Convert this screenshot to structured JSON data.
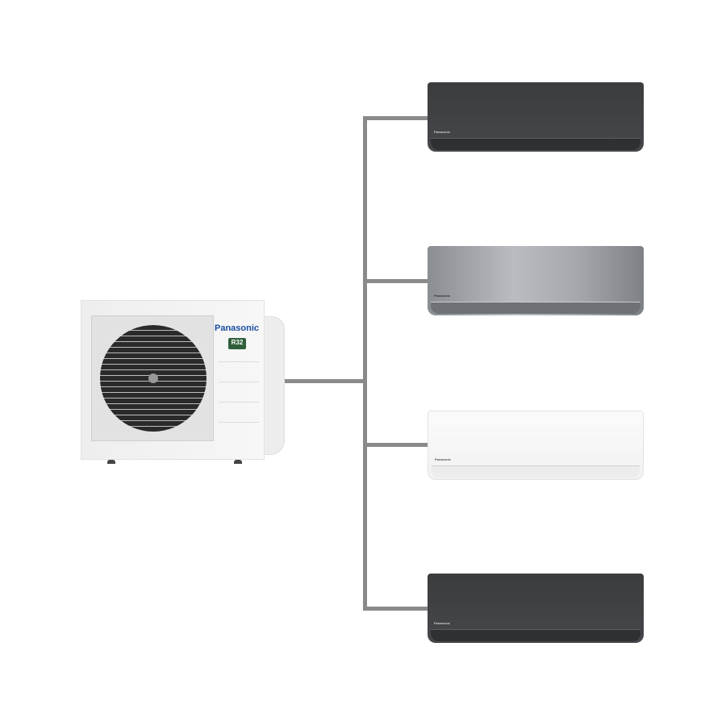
{
  "outdoor_unit": {
    "brand": "Panasonic",
    "refrigerant_badge": "R32"
  },
  "indoor_units": [
    {
      "finish": "graphite",
      "brand": "Panasonic"
    },
    {
      "finish": "silver",
      "brand": "Panasonic"
    },
    {
      "finish": "white",
      "brand": "Panasonic"
    },
    {
      "finish": "graphite",
      "brand": "Panasonic"
    }
  ],
  "colors": {
    "pipe": "#8a8a8a",
    "brand_blue": "#1b4fa0",
    "badge_green": "#2f5f3a"
  }
}
